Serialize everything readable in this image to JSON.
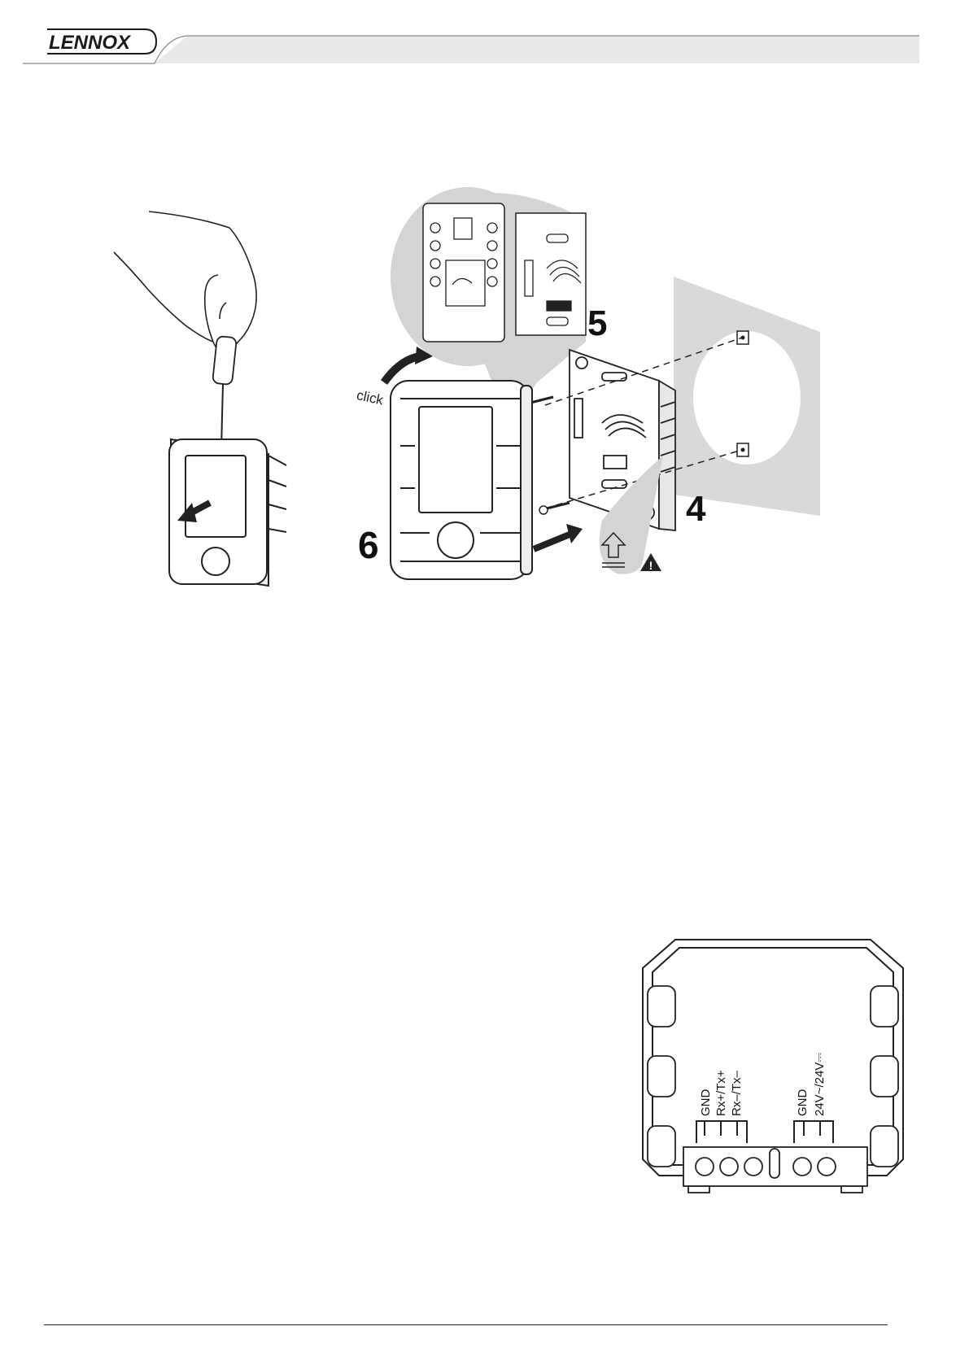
{
  "header": {
    "brand": "LENNOX"
  },
  "figure_install": {
    "click_label": "click",
    "step_4": "4",
    "step_5": "5",
    "step_6": "6",
    "warning_symbol": "!"
  },
  "figure_terminal": {
    "terminals_bus": [
      "GND",
      "Rx+/Tx+",
      "Rx–/Tx–"
    ],
    "terminals_power": [
      "GND",
      "24V~/24V⎓"
    ]
  },
  "colors": {
    "line": "#1a1a1a",
    "band": "#e9e9e9",
    "wall": "#d9d9d9",
    "callout": "#d4d4d4"
  }
}
